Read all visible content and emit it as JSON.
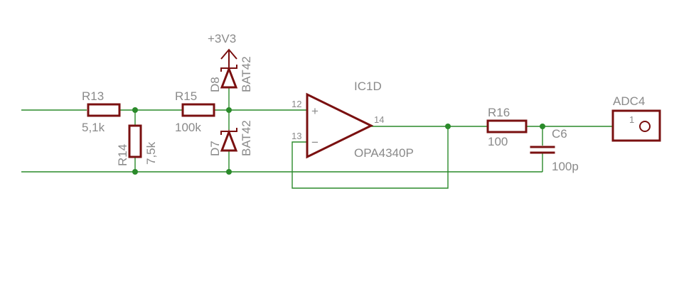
{
  "power": {
    "label": "+3V3"
  },
  "r13": {
    "name": "R13",
    "value": "5,1k"
  },
  "r14": {
    "name": "R14",
    "value": "7,5k"
  },
  "r15": {
    "name": "R15",
    "value": "100k"
  },
  "d8": {
    "name": "D8",
    "value": "BAT42"
  },
  "d7": {
    "name": "D7",
    "value": "BAT42"
  },
  "ic1d": {
    "name": "IC1D",
    "value": "OPA4340P",
    "pin_plus": "12",
    "pin_minus": "13",
    "pin_out": "14",
    "plus_sign": "+",
    "minus_sign": "−"
  },
  "r16": {
    "name": "R16",
    "value": "100"
  },
  "c6": {
    "name": "C6",
    "value": "100p"
  },
  "adc4": {
    "name": "ADC4",
    "pin": "1"
  },
  "colors": {
    "wire": "#2a8a2a",
    "part": "#7a1010",
    "label": "#8a8a8a"
  }
}
